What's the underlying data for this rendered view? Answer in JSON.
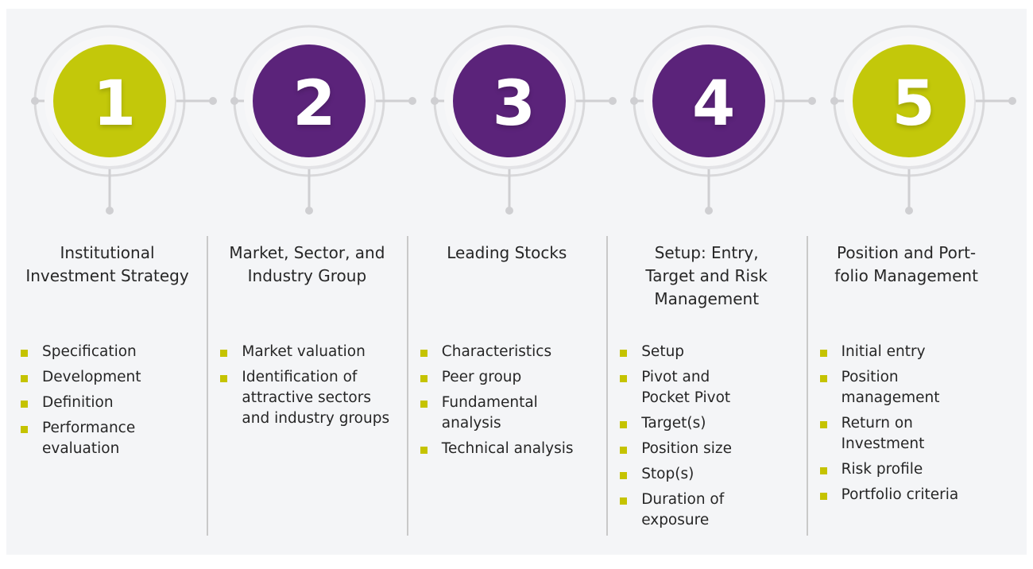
{
  "colors": {
    "olive": "#c3c80a",
    "purple": "#5b237a",
    "bullet": "#c5c300",
    "panel": "#f4f5f7",
    "ring": "#d9d9db",
    "connector": "#cfcfd2"
  },
  "steps": [
    {
      "number": "1",
      "color": "olive",
      "title": "Institutional\nInvestment Strategy",
      "items": [
        "Specification",
        "Development",
        "Definition",
        "Performance\nevaluation"
      ]
    },
    {
      "number": "2",
      "color": "purple",
      "title": "Market, Sector, and\nIndustry Group",
      "items": [
        "Market valuation",
        "Identification of\nattractive sectors\nand industry groups"
      ]
    },
    {
      "number": "3",
      "color": "purple",
      "title": "Leading Stocks",
      "items": [
        "Characteristics",
        "Peer group",
        "Fundamental\nanalysis",
        "Technical analysis"
      ]
    },
    {
      "number": "4",
      "color": "purple",
      "title": "Setup: Entry,\nTarget and Risk\nManagement",
      "items": [
        "Setup",
        "Pivot and\nPocket Pivot",
        "Target(s)",
        "Position size",
        "Stop(s)",
        "Duration of\nexposure"
      ]
    },
    {
      "number": "5",
      "color": "olive",
      "title": "Position and Port-\nfolio Management",
      "items": [
        "Initial entry",
        "Position\nmanagement",
        "Return on\nInvestment",
        "Risk profile",
        "Portfolio criteria"
      ]
    }
  ]
}
